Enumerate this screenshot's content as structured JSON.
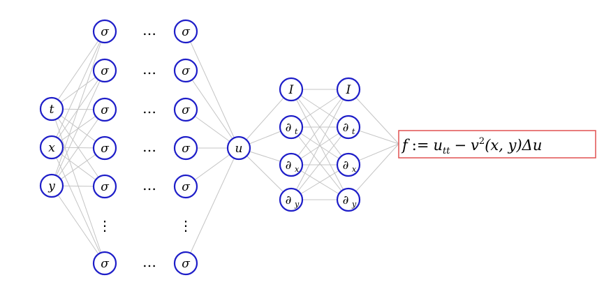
{
  "inputs": [
    "t",
    "x",
    "y"
  ],
  "hidden_node": "σ",
  "hidden_ellipsis": "…",
  "vertical_ellipsis": "⋮",
  "output_node": "u",
  "operator_symbol": "∂",
  "operators": [
    {
      "symbol": "I",
      "sub": ""
    },
    {
      "symbol": "∂",
      "sub": "t"
    },
    {
      "symbol": "∂",
      "sub": "x"
    },
    {
      "symbol": "∂",
      "sub": "y"
    }
  ],
  "formula": {
    "f": "f",
    "assign": ":=",
    "u": "u",
    "u_sub": "tt",
    "minus": "−",
    "v": "v",
    "sup": "2",
    "args": "(x, y)",
    "laplacian": "Δu"
  },
  "colors": {
    "node_stroke": "#1d1dc8",
    "edge": "#c4c4c4",
    "formula_border": "#e05050"
  }
}
